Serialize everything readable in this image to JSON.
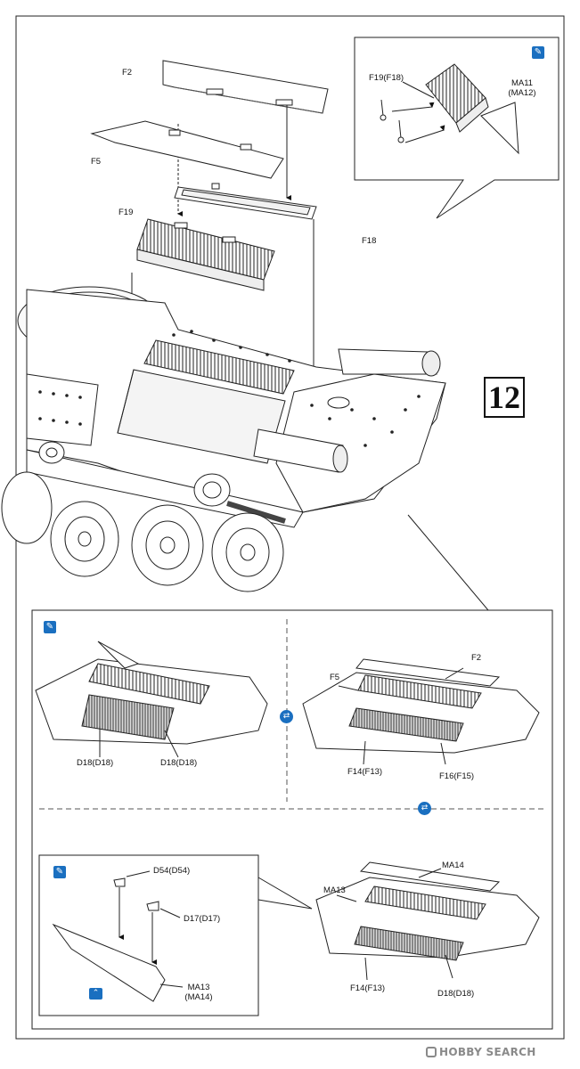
{
  "step": {
    "number": "12"
  },
  "top_parts": {
    "f2": "F2",
    "f5": "F5",
    "f19": "F19",
    "f18": "F18"
  },
  "detail_inset": {
    "part_left": "F19(F18)",
    "part_right_line1": "MA11",
    "part_right_line2": "(MA12)"
  },
  "option_panel_a": {
    "label_left": "D18(D18)",
    "label_right": "D18(D18)"
  },
  "option_panel_b": {
    "label_f2": "F2",
    "label_f5": "F5",
    "label_f14": "F14(F13)",
    "label_f16": "F16(F15)"
  },
  "option_panel_c": {
    "label_d54": "D54(D54)",
    "label_d17": "D17(D17)",
    "label_ma13_line1": "MA13",
    "label_ma13_line2": "(MA14)"
  },
  "option_panel_d": {
    "label_ma14": "MA14",
    "label_ma13": "MA13",
    "label_f14": "F14(F13)",
    "label_d18": "D18(D18)"
  },
  "watermark": {
    "text": "HOBBY SEARCH"
  },
  "colors": {
    "line": "#1a1a1a",
    "icon_blue": "#1a6fc0",
    "watermark_gray": "#8a8a8a"
  }
}
